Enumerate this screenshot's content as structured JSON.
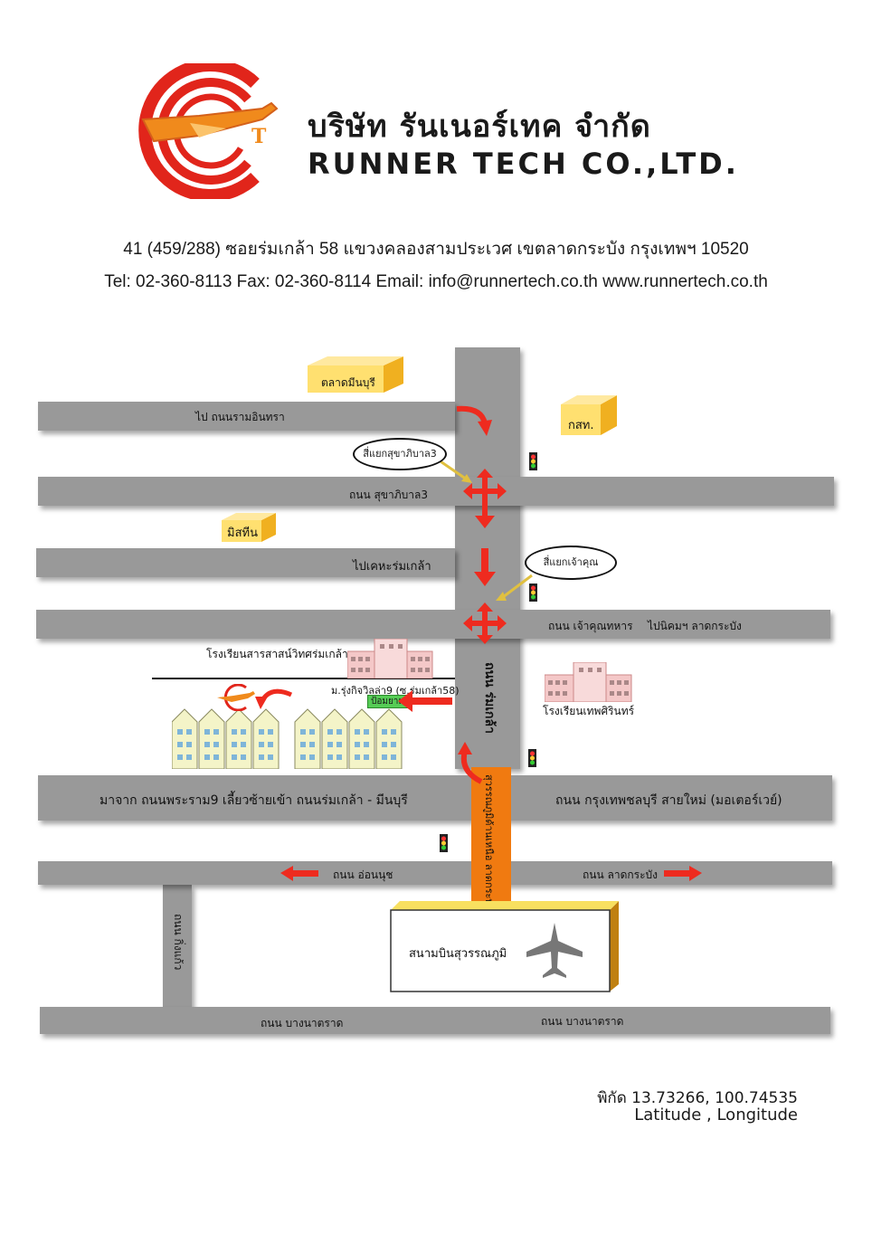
{
  "header": {
    "company_th": "บริษัท รันเนอร์เทค จำกัด",
    "company_en": "RUNNER TECH CO.,LTD.",
    "logo_icon": "runner-tech-airplane-logo",
    "brand_red": "#e1251b",
    "brand_orange": "#f08a1c"
  },
  "contact": {
    "address": "41 (459/288) ซอยร่มเกล้า 58  แขวงคลองสามประเวศ เขตลาดกระบัง กรุงเทพฯ 10520",
    "line2": "Tel: 02-360-8113 Fax: 02-360-8114 Email: info@runnertech.co.th www.runnertech.co.th"
  },
  "map": {
    "roads": {
      "ram_inthra": "ไป ถนนรามอินทรา",
      "sukhapiban3": "ถนน สุขาภิบาล3",
      "kheha": "ไปเคหะร่มเกล้า",
      "chaokhun": "ถนน เจ้าคุณทหาร",
      "nikhom": "ไปนิคมฯ ลาดกระบัง",
      "romklao": "ถนน ร่มเกล้า",
      "from_rama9": "มาจาก ถนนพระราม9 เลี้ยวซ้ายเข้า ถนนร่มเกล้า - มีนบุรี",
      "motorway": "ถนน กรุงเทพชลบุรี สายใหม่ (มอเตอร์เวย์)",
      "onnut": "ถนน อ่อนนุช",
      "ladkrabang": "ถนน ลาดกระบัง",
      "king_kaeo": "ถนน กิ่งแก้ว",
      "bangna_left": "ถนน บางนาตราด",
      "bangna_right": "ถนน บางนาตราด",
      "airport_road": "สุวรรณภูมิด้านเหนือ ลาดกระบัง"
    },
    "landmarks": {
      "minburi_market": "ตลาดมีนบุรี",
      "kor_sor_tor": "กสท.",
      "mistine": "มิสทีน",
      "school_sarasas": "โรงเรียนสารสาสน์วิทศร่มเกล้า",
      "school_thepsirin": "โรงเรียนเทพศิรินทร์",
      "village": "ม.รุ่งกิจวิลล่า9 (ซ.ร่มเกล้า58)",
      "guard_post": "ป้อมยาม",
      "airport": "สนามบินสุวรรณภูมิ",
      "airport_icon": "airplane-icon"
    },
    "junctions": {
      "sukhapiban3": "สี่แยกสุขาภิบาล3",
      "chaokhun": "สี่แยกเจ้าคุณ"
    },
    "colors": {
      "road": "#999999",
      "arrow": "#ee2b1f",
      "airport_road": "#f07a10",
      "box": "#ffe070"
    }
  },
  "location": {
    "coords": "พิกัด 13.73266, 100.74535",
    "legend": "Latitude , Longitude"
  }
}
